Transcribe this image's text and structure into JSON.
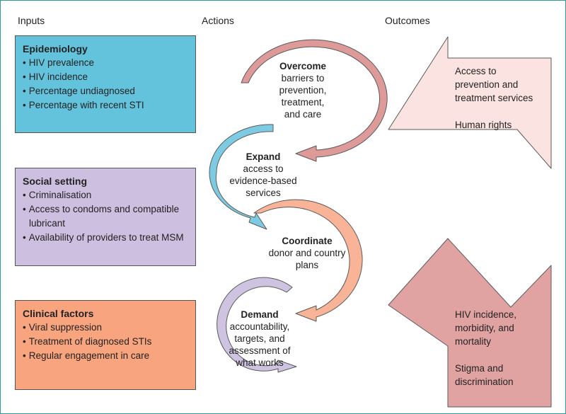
{
  "headers": {
    "inputs": "Inputs",
    "actions": "Actions",
    "outcomes": "Outcomes"
  },
  "inputs": [
    {
      "title": "Epidemiology",
      "items": [
        "HIV prevalence",
        "HIV incidence",
        "Percentage undiagnosed",
        "Percentage with recent STI"
      ],
      "color": "#63c3dc"
    },
    {
      "title": "Social setting",
      "items": [
        "Criminalisation",
        "Access to condoms and compatible lubricant",
        "Availability of providers to treat MSM"
      ],
      "color": "#cdbfe0"
    },
    {
      "title": "Clinical factors",
      "items": [
        "Viral suppression",
        "Treatment of diagnosed STIs",
        "Regular engagement in care"
      ],
      "color": "#f8a47e"
    }
  ],
  "actions": [
    {
      "title": "Overcome",
      "text": "barriers to prevention, treatment, and care",
      "color": "#dd9a98"
    },
    {
      "title": "Expand",
      "text": "access to evidence-based services",
      "color": "#7ccbe3"
    },
    {
      "title": "Coordinate",
      "text": "donor and country plans",
      "color": "#f9b497"
    },
    {
      "title": "Demand",
      "text": "accountability, targets, and assessment of what works",
      "color": "#cec3e1"
    }
  ],
  "outcomes": [
    {
      "lines1": [
        "Access to",
        "prevention and",
        "treatment services"
      ],
      "lines2": [
        "Human rights"
      ],
      "color": "#fbe3e1"
    },
    {
      "lines1": [
        "HIV incidence,",
        "morbidity, and",
        "mortality"
      ],
      "lines2": [
        "Stigma and",
        "discrimination"
      ],
      "color": "#e1a3a2"
    }
  ]
}
